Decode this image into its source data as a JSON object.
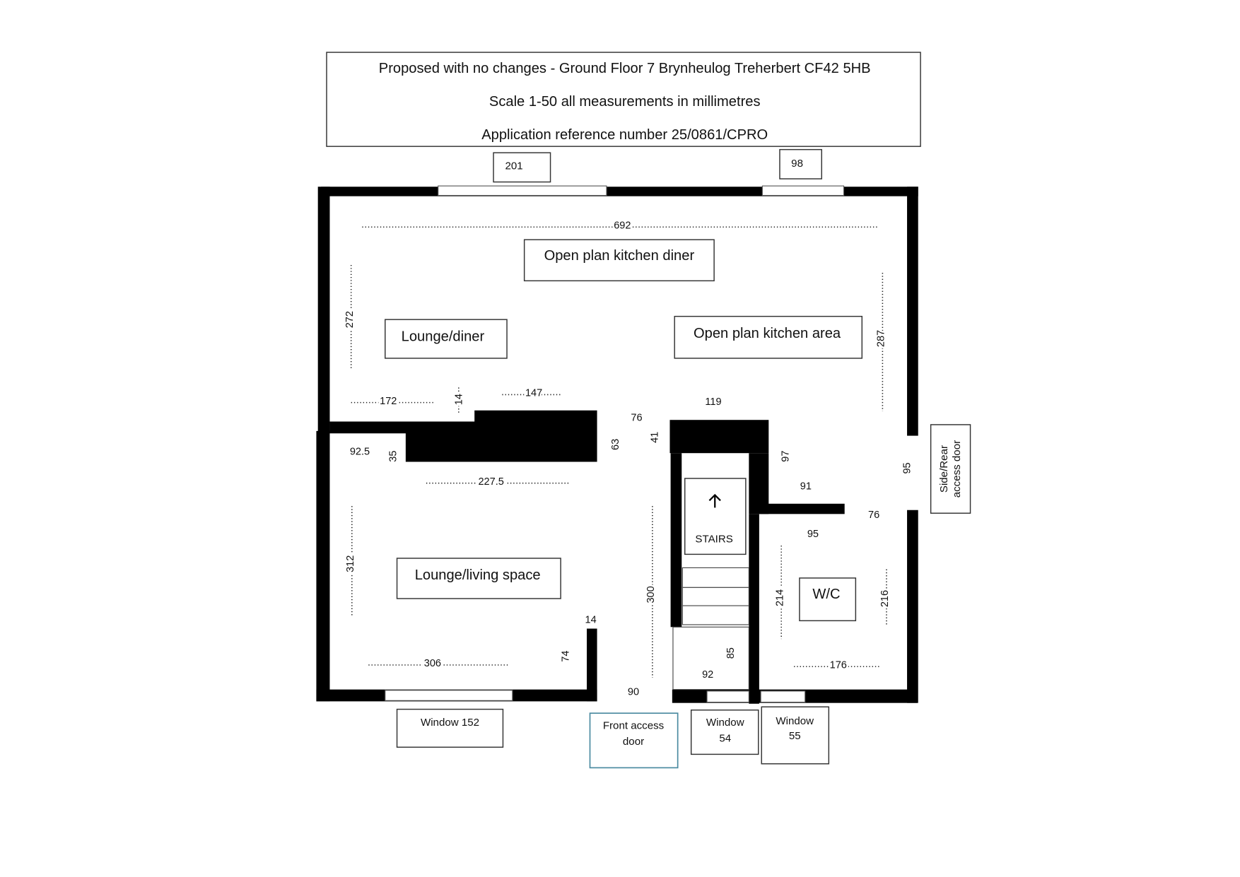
{
  "header": {
    "title": "Proposed with no changes - Ground Floor 7 Brynheulog Treherbert CF42 5HB",
    "scale": "Scale 1-50 all measurements in millimetres",
    "reference": "Application reference number 25/0861/CPRO"
  },
  "top_windows": [
    "201",
    "98"
  ],
  "rooms": {
    "kitchen_diner": "Open plan kitchen diner",
    "lounge_diner": "Lounge/diner",
    "kitchen_area": "Open plan kitchen area",
    "living_space": "Lounge/living space",
    "wc": "W/C",
    "stairs": "STAIRS"
  },
  "doors": {
    "side_rear_line1": "Side/Rear",
    "side_rear_line2": "access door",
    "front_line1": "Front access",
    "front_line2": "door"
  },
  "bottom_windows": {
    "w152": "Window 152",
    "w54_line1": "Window",
    "w54_line2": "54",
    "w55_line1": "Window",
    "w55_line2": "55"
  },
  "dimensions": [
    "692",
    "272",
    "287",
    "172",
    "14",
    "147",
    "119",
    "76",
    "41",
    "63",
    "92.5",
    "35",
    "227.5",
    "97",
    "91",
    "95",
    "76",
    "95",
    "312",
    "300",
    "214",
    "216",
    "14",
    "74",
    "306",
    "85",
    "92",
    "176",
    "90"
  ],
  "colors": {
    "front_door_border": "#4a8aa0"
  }
}
